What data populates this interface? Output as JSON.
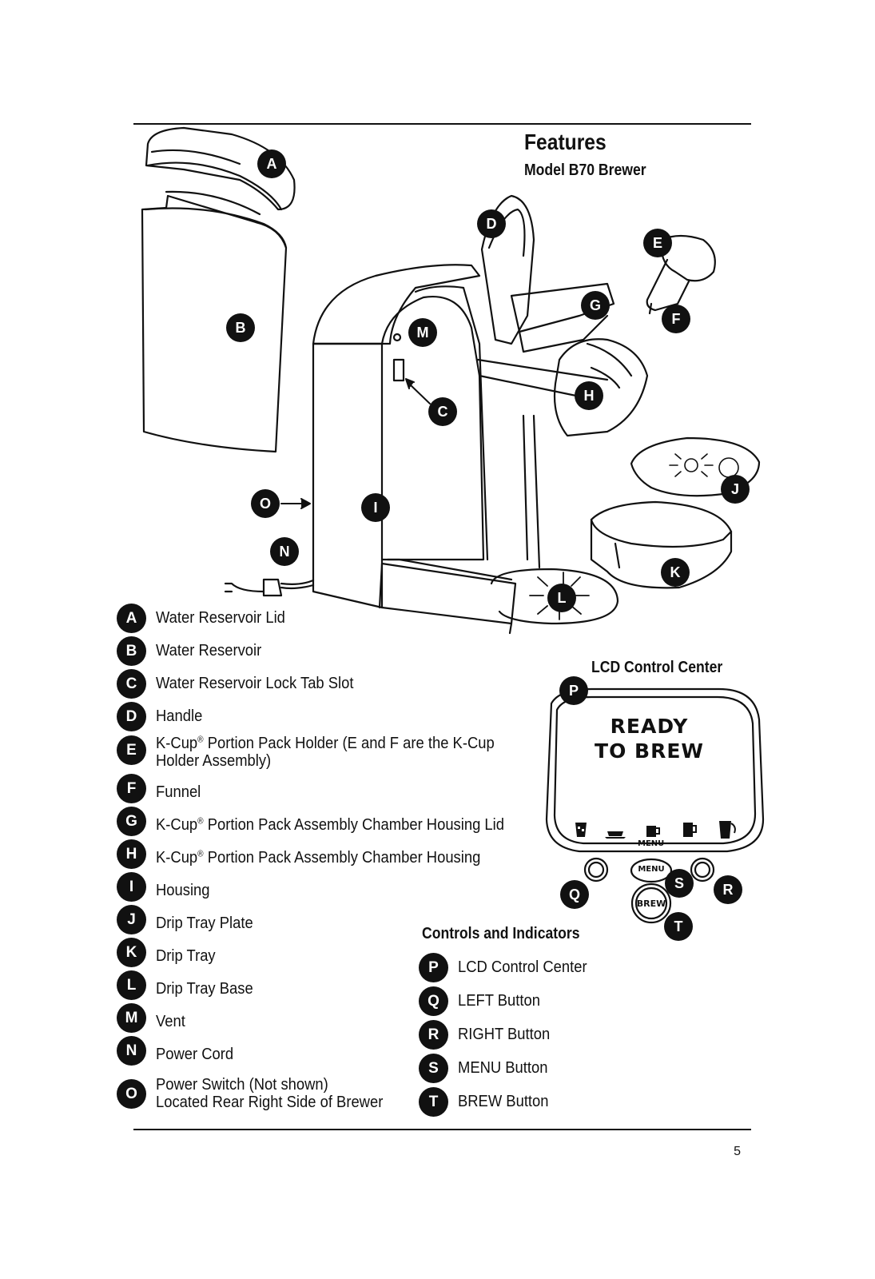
{
  "header": {
    "title": "Features",
    "subtitle": "Model B70 Brewer"
  },
  "diagram_callouts": [
    "A",
    "B",
    "C",
    "D",
    "E",
    "F",
    "G",
    "H",
    "I",
    "J",
    "K",
    "L",
    "M",
    "N",
    "O"
  ],
  "parts": [
    {
      "letter": "A",
      "lines": [
        "Water Reservoir Lid"
      ]
    },
    {
      "letter": "B",
      "lines": [
        "Water Reservoir"
      ]
    },
    {
      "letter": "C",
      "lines": [
        "Water Reservoir Lock Tab Slot"
      ]
    },
    {
      "letter": "D",
      "lines": [
        "Handle"
      ]
    },
    {
      "letter": "E",
      "lines": [
        "K-Cup® Portion Pack Holder (E and F are the K-Cup",
        "Holder Assembly)"
      ]
    },
    {
      "letter": "F",
      "lines": [
        "Funnel"
      ]
    },
    {
      "letter": "G",
      "lines": [
        "K-Cup® Portion Pack Assembly Chamber Housing Lid"
      ]
    },
    {
      "letter": "H",
      "lines": [
        "K-Cup® Portion Pack Assembly Chamber Housing"
      ]
    },
    {
      "letter": "I",
      "lines": [
        "Housing"
      ]
    },
    {
      "letter": "J",
      "lines": [
        "Drip Tray Plate"
      ]
    },
    {
      "letter": "K",
      "lines": [
        "Drip Tray"
      ]
    },
    {
      "letter": "L",
      "lines": [
        "Drip Tray Base"
      ]
    },
    {
      "letter": "M",
      "lines": [
        "Vent"
      ]
    },
    {
      "letter": "N",
      "lines": [
        "Power Cord"
      ]
    },
    {
      "letter": "O",
      "lines": [
        "Power Switch (Not shown)",
        "Located Rear Right Side of Brewer"
      ]
    }
  ],
  "lcd_panel": {
    "title": "LCD Control Center",
    "screen_line1": "READY",
    "screen_line2": "TO BREW",
    "menu_caption": "MENU",
    "menu_button_label": "MENU",
    "brew_button_label": "BREW",
    "callouts": [
      "P",
      "Q",
      "R",
      "S",
      "T"
    ],
    "icons": [
      "iced-cup-icon",
      "small-cup-icon",
      "mug-icon",
      "large-mug-icon",
      "travel-mug-icon"
    ]
  },
  "controls": {
    "title": "Controls and Indicators",
    "items": [
      {
        "letter": "P",
        "label": "LCD Control Center"
      },
      {
        "letter": "Q",
        "label": "LEFT Button"
      },
      {
        "letter": "R",
        "label": "RIGHT Button"
      },
      {
        "letter": "S",
        "label": "MENU Button"
      },
      {
        "letter": "T",
        "label": "BREW Button"
      }
    ]
  },
  "page_number": "5"
}
